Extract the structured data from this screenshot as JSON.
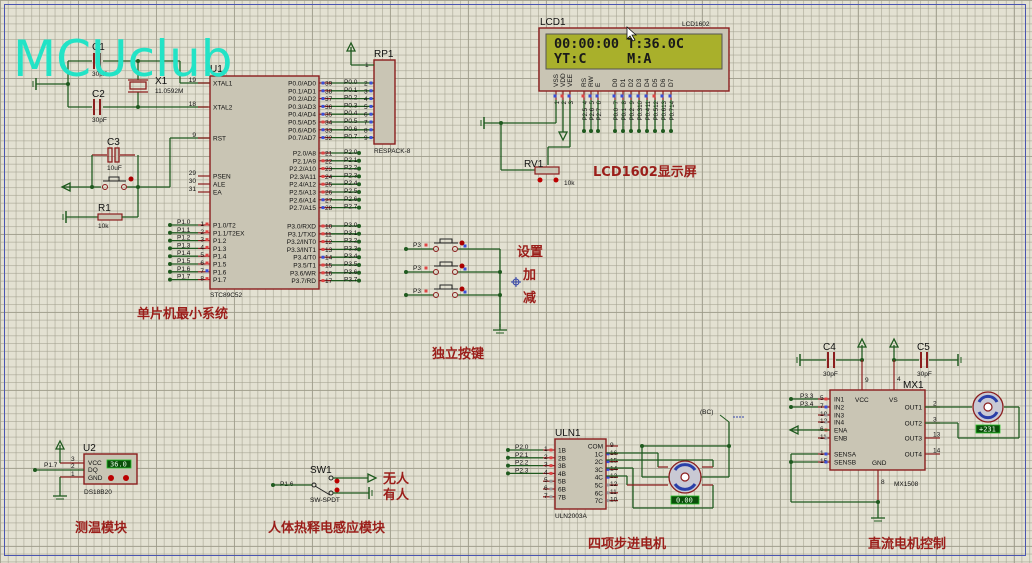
{
  "watermark": "MCUclub",
  "sections": {
    "mcu": "单片机最小系统",
    "lcd": "LCD1602显示屏",
    "keys": "独立按键",
    "temp": "测温模块",
    "pir": "人体热释电感应模块",
    "stepper": "四项步进电机",
    "dc": "直流电机控制"
  },
  "key_labels": [
    "设置",
    "加",
    "减"
  ],
  "pir_labels": [
    "无人",
    "有人"
  ],
  "mcu": {
    "ref": "U1",
    "part": "STC89C52",
    "left_pins": [
      {
        "num": "19",
        "name": "XTAL1"
      },
      {
        "num": "18",
        "name": "XTAL2"
      },
      {
        "num": "9",
        "name": "RST"
      },
      {
        "num": "29",
        "name": "PSEN"
      },
      {
        "num": "30",
        "name": "ALE"
      },
      {
        "num": "31",
        "name": "EA"
      }
    ],
    "p1_pins": [
      {
        "num": "1",
        "name": "P1.0/T2",
        "net": "P1.0"
      },
      {
        "num": "2",
        "name": "P1.1/T2EX",
        "net": "P1.1"
      },
      {
        "num": "3",
        "name": "P1.2",
        "net": "P1.2"
      },
      {
        "num": "4",
        "name": "P1.3",
        "net": "P1.3"
      },
      {
        "num": "5",
        "name": "P1.4",
        "net": "P1.4"
      },
      {
        "num": "6",
        "name": "P1.5",
        "net": "P1.5"
      },
      {
        "num": "7",
        "name": "P1.6",
        "net": "P1.6"
      },
      {
        "num": "8",
        "name": "P1.7",
        "net": "P1.7"
      }
    ],
    "p0_pins": [
      {
        "num": "39",
        "name": "P0.0/AD0",
        "net": "P0.0",
        "rp": "2"
      },
      {
        "num": "38",
        "name": "P0.1/AD1",
        "net": "P0.1",
        "rp": "3"
      },
      {
        "num": "37",
        "name": "P0.2/AD2",
        "net": "P0.2",
        "rp": "4"
      },
      {
        "num": "36",
        "name": "P0.3/AD3",
        "net": "P0.3",
        "rp": "5"
      },
      {
        "num": "35",
        "name": "P0.4/AD4",
        "net": "P0.4",
        "rp": "6"
      },
      {
        "num": "34",
        "name": "P0.5/AD5",
        "net": "P0.5",
        "rp": "7"
      },
      {
        "num": "33",
        "name": "P0.6/AD6",
        "net": "P0.6",
        "rp": "8"
      },
      {
        "num": "32",
        "name": "P0.7/AD7",
        "net": "P0.7",
        "rp": "9"
      }
    ],
    "p2_pins": [
      {
        "num": "21",
        "name": "P2.0/A8",
        "net": "P2.0"
      },
      {
        "num": "22",
        "name": "P2.1/A9",
        "net": "P2.1"
      },
      {
        "num": "23",
        "name": "P2.2/A10",
        "net": "P2.2"
      },
      {
        "num": "24",
        "name": "P2.3/A11",
        "net": "P2.3"
      },
      {
        "num": "25",
        "name": "P2.4/A12",
        "net": "P2.4"
      },
      {
        "num": "26",
        "name": "P2.5/A13",
        "net": "P2.5"
      },
      {
        "num": "27",
        "name": "P2.6/A14",
        "net": "P2.6"
      },
      {
        "num": "28",
        "name": "P2.7/A15",
        "net": "P2.7"
      }
    ],
    "p3_pins": [
      {
        "num": "10",
        "name": "P3.0/RXD",
        "net": "P3.0"
      },
      {
        "num": "11",
        "name": "P3.1/TXD",
        "net": "P3.1"
      },
      {
        "num": "12",
        "name": "P3.2/INT0",
        "net": "P3.2"
      },
      {
        "num": "13",
        "name": "P3.3/INT1",
        "net": "P3.3"
      },
      {
        "num": "14",
        "name": "P3.4/T0",
        "net": "P3.4"
      },
      {
        "num": "15",
        "name": "P3.5/T1",
        "net": "P3.5"
      },
      {
        "num": "16",
        "name": "P3.6/WR",
        "net": "P3.6"
      },
      {
        "num": "17",
        "name": "P3.7/RD",
        "net": "P3.7"
      }
    ]
  },
  "components": {
    "c1": {
      "ref": "C1",
      "value": "30pF"
    },
    "c2": {
      "ref": "C2",
      "value": "30pF"
    },
    "c3": {
      "ref": "C3",
      "value": "10uF"
    },
    "x1": {
      "ref": "X1",
      "value": "11.0592M"
    },
    "r1": {
      "ref": "R1",
      "value": "10k"
    },
    "rp1": {
      "ref": "RP1",
      "value": "RESPACK-8",
      "pin1": "1"
    },
    "lcd": {
      "ref": "LCD1",
      "part": "LCD1602",
      "line1": "00:00:00 T:36.0C",
      "line2": "YT:C     M:A",
      "pins": [
        {
          "name": "VSS",
          "num": "1"
        },
        {
          "name": "VDD",
          "num": "2"
        },
        {
          "name": "VEE",
          "num": "3"
        },
        {
          "name": "RS",
          "num": "4",
          "net": "P2.5"
        },
        {
          "name": "RW",
          "num": "5",
          "net": "P2.6"
        },
        {
          "name": "E",
          "num": "6",
          "net": "P2.7"
        },
        {
          "name": "D0",
          "num": "7",
          "net": "P0.0"
        },
        {
          "name": "D1",
          "num": "8",
          "net": "P0.1"
        },
        {
          "name": "D2",
          "num": "9",
          "net": "P0.2"
        },
        {
          "name": "D3",
          "num": "10",
          "net": "P0.3"
        },
        {
          "name": "D4",
          "num": "11",
          "net": "P0.4"
        },
        {
          "name": "D5",
          "num": "12",
          "net": "P0.5"
        },
        {
          "name": "D6",
          "num": "13",
          "net": "P0.6"
        },
        {
          "name": "D7",
          "num": "14",
          "net": "P0.7"
        }
      ]
    },
    "rv1": {
      "ref": "RV1",
      "value": "10k"
    },
    "keys": {
      "nets": [
        "P3",
        "P3",
        "P3"
      ]
    },
    "u2": {
      "ref": "U2",
      "part": "DS18B20",
      "reading": "36.0",
      "net": "P1.7",
      "pins": [
        {
          "num": "3",
          "name": "VCC"
        },
        {
          "num": "2",
          "name": "DQ"
        },
        {
          "num": "1",
          "name": "GND"
        }
      ]
    },
    "sw1": {
      "ref": "SW1",
      "part": "SW-SPDT",
      "net": "P1.6"
    },
    "uln": {
      "ref": "ULN1",
      "part": "ULN2003A",
      "inputs": [
        {
          "num": "1",
          "name": "1B",
          "net": "P2.0"
        },
        {
          "num": "2",
          "name": "2B",
          "net": "P2.1"
        },
        {
          "num": "3",
          "name": "3B",
          "net": "P2.2"
        },
        {
          "num": "4",
          "name": "4B",
          "net": "P2.3"
        },
        {
          "num": "5",
          "name": "5B"
        },
        {
          "num": "6",
          "name": "6B"
        },
        {
          "num": "7",
          "name": "7B"
        }
      ],
      "outputs": [
        {
          "num": "9",
          "name": "COM"
        },
        {
          "num": "16",
          "name": "1C"
        },
        {
          "num": "15",
          "name": "2C"
        },
        {
          "num": "14",
          "name": "3C"
        },
        {
          "num": "13",
          "name": "4C"
        },
        {
          "num": "12",
          "name": "5C"
        },
        {
          "num": "11",
          "name": "6C"
        },
        {
          "num": "10",
          "name": "7C"
        }
      ],
      "bc_label": "(BC)",
      "stepper_reading": "0.00"
    },
    "c4": {
      "ref": "C4",
      "value": "30pF"
    },
    "c5": {
      "ref": "C5",
      "value": "30pF"
    },
    "mx": {
      "ref": "MX1",
      "part": "MX1508",
      "left": [
        {
          "num": "5",
          "name": "IN1",
          "net": "P3.3"
        },
        {
          "num": "7",
          "name": "IN2",
          "net": "P3.4"
        },
        {
          "num": "10",
          "name": "IN3"
        },
        {
          "num": "12",
          "name": "IN4"
        },
        {
          "num": "6",
          "name": "ENA"
        },
        {
          "num": "11",
          "name": "ENB"
        },
        {
          "num": "1",
          "name": "SENSA"
        },
        {
          "num": "15",
          "name": "SENSB"
        }
      ],
      "right": [
        {
          "num": "2",
          "name": "OUT1"
        },
        {
          "num": "3",
          "name": "OUT2"
        },
        {
          "num": "13",
          "name": "OUT3"
        },
        {
          "num": "14",
          "name": "OUT4"
        }
      ],
      "top": [
        {
          "num": "9",
          "name": "VCC"
        },
        {
          "num": "4",
          "name": "VS"
        }
      ],
      "bottom": {
        "num": "8",
        "name": "GND"
      },
      "motor_reading": "+231"
    }
  },
  "colors": {
    "wire": "#1f5a1f",
    "body_fill": "#c9c5b4",
    "body_stroke": "#8b1d1d",
    "label_red": "#9b1e1a",
    "lcd_bg": "#a9b02b",
    "watermark": "#22e3c6"
  }
}
